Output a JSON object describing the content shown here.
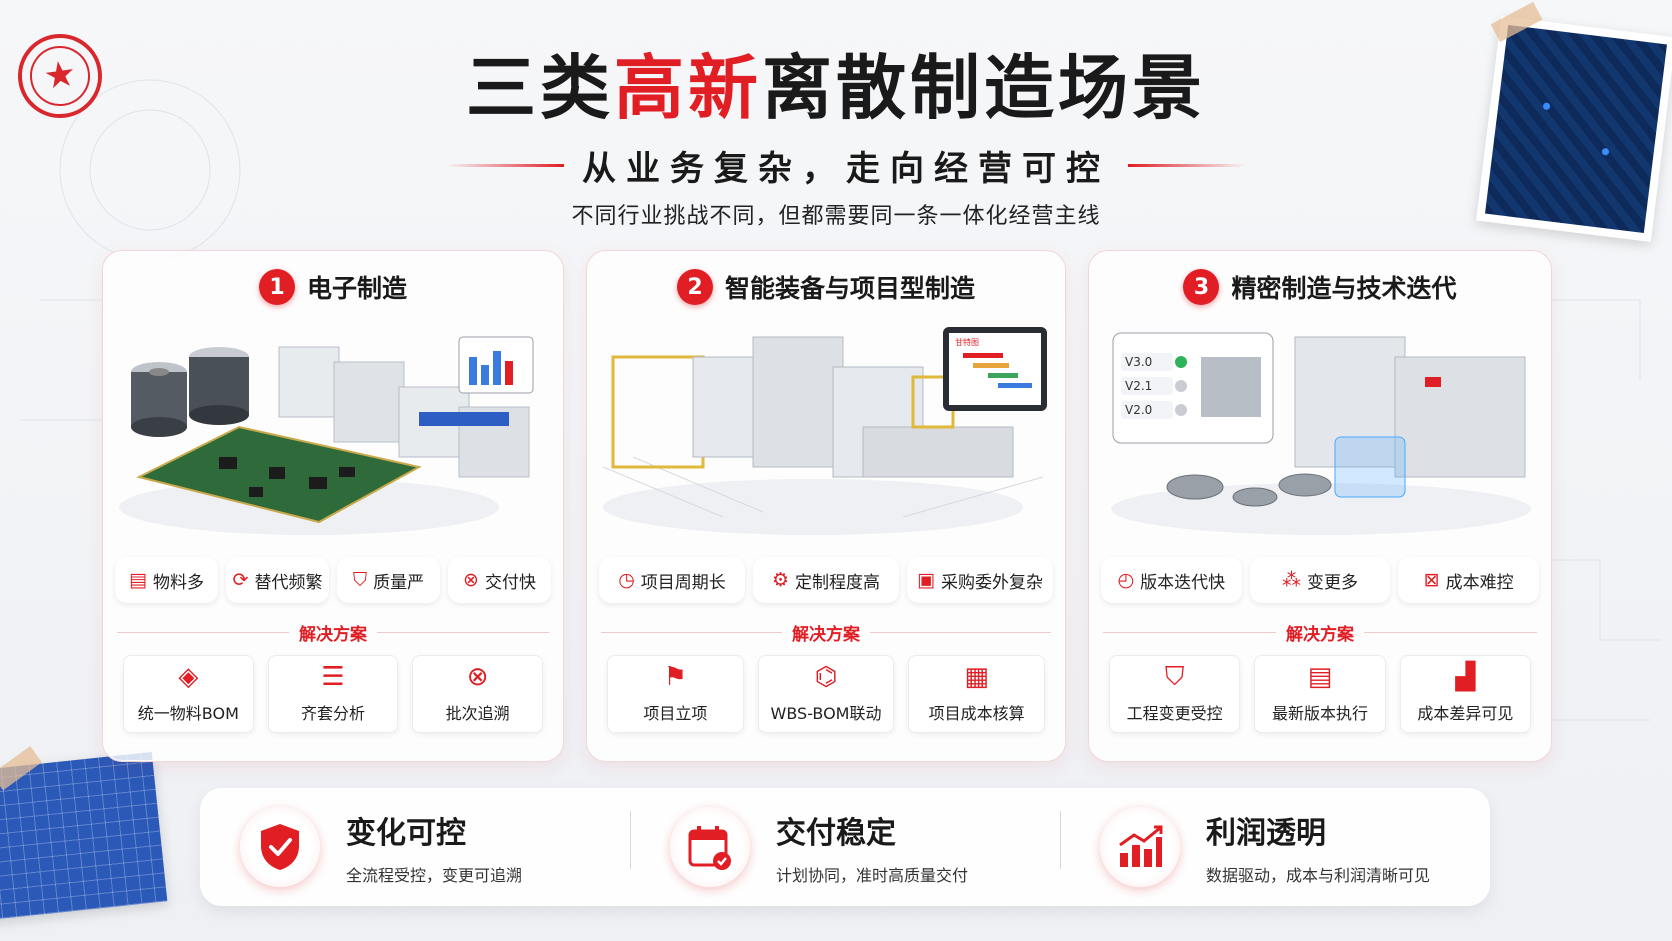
{
  "header": {
    "title_black_1": "三类",
    "title_red": "高新",
    "title_black_2": "离散制造场景",
    "subtitle": "从业务复杂，走向经营可控",
    "tagline": "不同行业挑战不同，但都需要同一条一体化经营主线"
  },
  "stamp": {
    "icon": "star-icon"
  },
  "colors": {
    "accent": "#e01e24",
    "text": "#1a1a1a",
    "background": "#f3f4f7"
  },
  "solution_label": "解决方案",
  "cards": [
    {
      "number": "1",
      "title": "电子制造",
      "illustration": "pcb-production-line-illustration",
      "pains": [
        {
          "label": "物料多",
          "icon": "cube-stack-icon"
        },
        {
          "label": "替代频繁",
          "icon": "refresh-icon"
        },
        {
          "label": "质量严",
          "icon": "shield-check-icon"
        },
        {
          "label": "交付快",
          "icon": "fast-delivery-icon"
        }
      ],
      "solutions": [
        {
          "label": "统一物料BOM",
          "icon": "box-icon"
        },
        {
          "label": "齐套分析",
          "icon": "checklist-icon"
        },
        {
          "label": "批次追溯",
          "icon": "magnifier-x-icon"
        }
      ]
    },
    {
      "number": "2",
      "title": "智能装备与项目型制造",
      "illustration": "equipment-assembly-line-illustration",
      "tablet_label": "甘特图",
      "pains": [
        {
          "label": "项目周期长",
          "icon": "clock-icon"
        },
        {
          "label": "定制程度高",
          "icon": "custom-gear-icon"
        },
        {
          "label": "采购委外复杂",
          "icon": "purchase-icon"
        }
      ],
      "solutions": [
        {
          "label": "项目立项",
          "icon": "flag-icon"
        },
        {
          "label": "WBS-BOM联动",
          "icon": "network-icon"
        },
        {
          "label": "项目成本核算",
          "icon": "calculator-doc-icon"
        }
      ]
    },
    {
      "number": "3",
      "title": "精密制造与技术迭代",
      "illustration": "precision-cnc-illustration",
      "versions": [
        "V3.0",
        "V2.1",
        "V2.0"
      ],
      "pains": [
        {
          "label": "版本迭代快",
          "icon": "clock-arrow-icon"
        },
        {
          "label": "变更多",
          "icon": "nodes-icon"
        },
        {
          "label": "成本难控",
          "icon": "cost-x-icon"
        }
      ],
      "solutions": [
        {
          "label": "工程变更受控",
          "icon": "shield-check-icon"
        },
        {
          "label": "最新版本执行",
          "icon": "doc-check-icon"
        },
        {
          "label": "成本差异可见",
          "icon": "bar-chart-up-icon"
        }
      ]
    }
  ],
  "benefits": [
    {
      "title": "变化可控",
      "desc": "全流程受控，变更可追溯",
      "icon": "shield-check-icon"
    },
    {
      "title": "交付稳定",
      "desc": "计划协同，准时高质量交付",
      "icon": "calendar-check-icon"
    },
    {
      "title": "利润透明",
      "desc": "数据驱动，成本与利润清晰可见",
      "icon": "bar-chart-up-icon"
    }
  ]
}
